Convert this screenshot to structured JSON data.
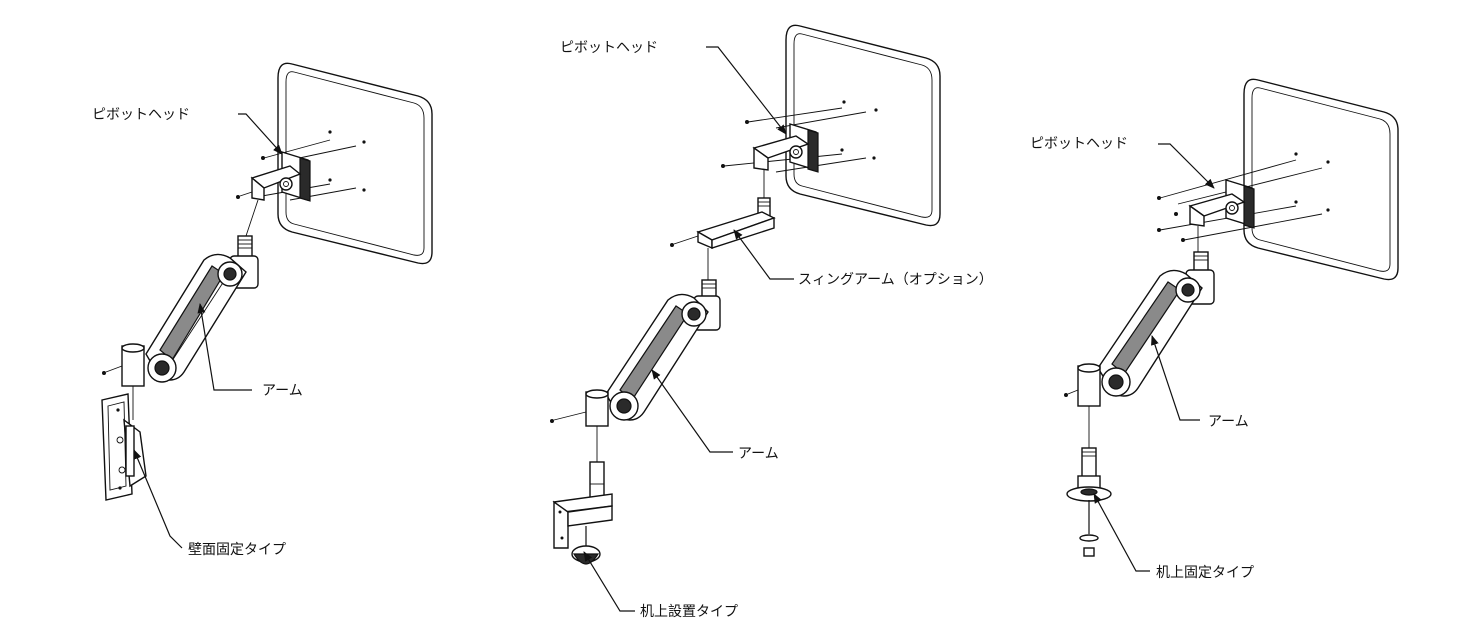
{
  "labels": {
    "pivot_head": "ピボットヘッド",
    "arm": "アーム",
    "swing_arm": "スィングアーム（オプション）",
    "wall_mount": "壁面固定タイプ",
    "desk_clamp": "机上設置タイプ",
    "desk_fixed": "机上固定タイプ"
  },
  "colors": {
    "line": "#111111",
    "background": "#ffffff",
    "metal_dark": "#2a2a2a",
    "metal_grey": "#8a8a8a"
  }
}
